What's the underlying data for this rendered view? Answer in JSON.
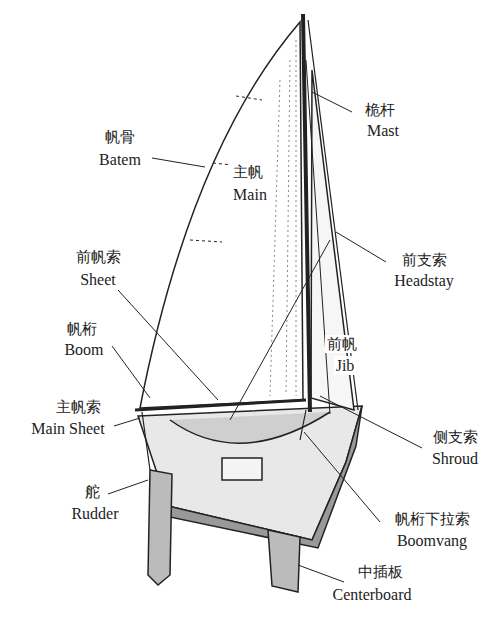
{
  "diagram": {
    "labels": [
      "桅杆",
      "Mast",
      "帆骨",
      "Batem",
      "主帆",
      "Main",
      "前帆索",
      "Sheet",
      "前支索",
      "Headstay",
      "帆桁",
      "Boom",
      "前帆",
      "Jib",
      "主帆索",
      "Main Sheet",
      "侧支索",
      "Shroud",
      "舵",
      "Rudder",
      "帆桁下拉索",
      "Boomvang",
      "中插板",
      "Centerboard"
    ]
  }
}
